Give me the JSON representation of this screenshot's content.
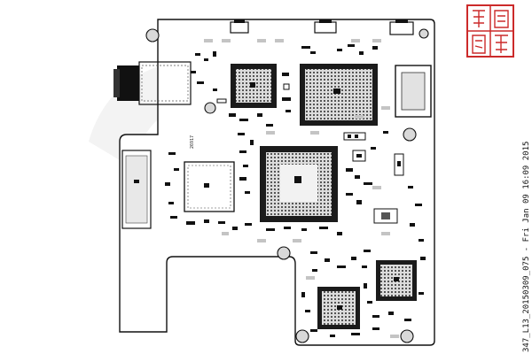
{
  "footer_text": "347_L13_20150309_075 - Fri Jan 09 16:09 2015",
  "ref_label": "26917",
  "seal_text": "清米图馆",
  "colors": {
    "board_fill": "#ffffff",
    "outline": "#111111",
    "chip_dark": "#111111",
    "chip_dot": "#2a2a2a",
    "pad_gray": "#bdbdbd",
    "mount_gray": "#d9d9d9",
    "seal_red": "#cc2a2a"
  },
  "icons": {
    "seal": "red-seal-stamp-icon",
    "mount_hole": "mounting-hole-icon"
  }
}
